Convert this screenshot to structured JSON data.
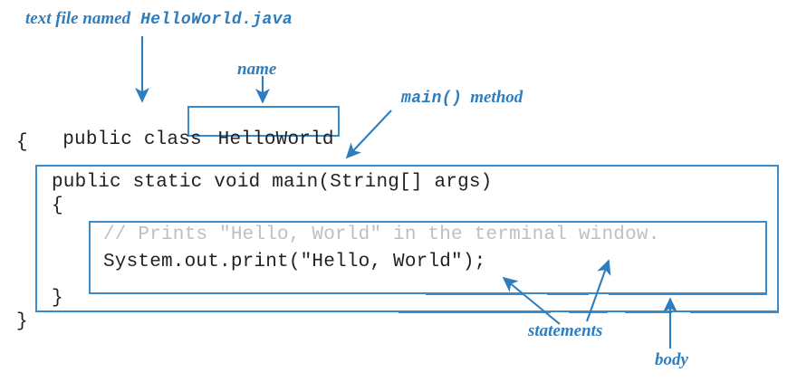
{
  "figure": {
    "title": "Anatomy of a Java program",
    "accent_color": "#2E7DBF",
    "box_color": "#3A8BC9",
    "code_color": "#231F20",
    "comment_color": "#BFBFBF"
  },
  "annotations": {
    "file_label_prefix": "text file named",
    "file_label_name": "HelloWorld.java",
    "name_label": "name",
    "main_label_mono": "main()",
    "main_label_italic": "method",
    "statements_label": "statements",
    "body_label": "body"
  },
  "code": {
    "class_decl_prefix": "public class ",
    "class_name": "HelloWorld",
    "class_open_brace": "{",
    "method_signature": "public static void main(String[] args)",
    "method_open_brace": "{",
    "comment_line": "// Prints \"Hello, World\" in the terminal window.",
    "statement_line": "System.out.print(\"Hello, World\");",
    "method_close_brace": "}",
    "class_close_brace": "}"
  }
}
